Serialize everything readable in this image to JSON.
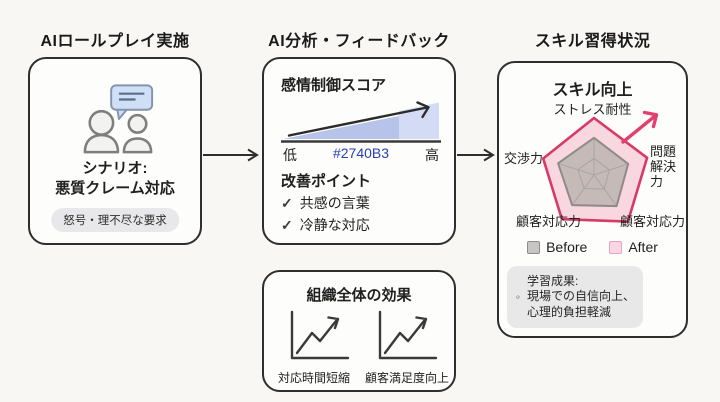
{
  "flow": {
    "step1": {
      "header": "AIロールプレイ実施",
      "scenario_label": "シナリオ:",
      "scenario_name": "悪質クレーム対応",
      "tag": "怒号・理不尽な要求"
    },
    "step2": {
      "header": "AI分析・フィードバック",
      "score": {
        "title": "感情制御スコア",
        "low": "低",
        "hex_label": "#2740B3",
        "hex_color": "#2740B3",
        "high": "高"
      },
      "improve": {
        "title": "改善ポイント",
        "check": "✓",
        "item1": "共感の言葉",
        "item2": "冷静な対応"
      },
      "org": {
        "title": "組織全体の効果",
        "metric1": "対応時間短縮",
        "metric2": "顧客満足度向上"
      }
    },
    "step3": {
      "header": "スキル習得状況",
      "card_title": "スキル向上",
      "radar_labels": {
        "top": "ストレス耐性",
        "right1": "問題",
        "right2": "解決力",
        "bottom_right": "顧客対応力",
        "bottom_left": "顧客対応力",
        "left": "交渉力"
      },
      "legend": {
        "before": "Before",
        "after": "After"
      },
      "outcome": {
        "line1": "学習成果:",
        "line2": "現場での自信向上、",
        "line3": "心理的負担軽減"
      }
    }
  },
  "colors": {
    "background": "#f8f7f4",
    "card_border": "#2e2e2e",
    "wedge_dark_blue": "#b7c3e9",
    "wedge_light_blue": "#d3dcf4",
    "radar_after_fill": "#f9d7e1",
    "radar_after_stroke": "#d83a68",
    "radar_before_fill": "#bdb6b2",
    "radar_before_stroke": "#8e8a87",
    "pink_arrow": "#e0416e",
    "bubble_fill": "#cfdff6"
  },
  "chart_data": [
    {
      "type": "radar",
      "title": "スキル向上",
      "axes": [
        "ストレス耐性",
        "問題解決力",
        "顧客対応力",
        "顧客対応力",
        "交渉力"
      ],
      "series": [
        {
          "name": "Before",
          "values": [
            62,
            60,
            64,
            62,
            63
          ]
        },
        {
          "name": "After",
          "values": [
            95,
            93,
            96,
            91,
            89
          ]
        }
      ],
      "range": [
        0,
        100
      ],
      "legend_position": "bottom"
    },
    {
      "type": "area",
      "title": "感情制御スコア",
      "x_labels": [
        "低",
        "高"
      ],
      "annotation": "#2740B3",
      "trend": "increasing"
    },
    {
      "type": "line",
      "title": "組織全体の効果",
      "series": [
        {
          "name": "対応時間短縮",
          "trend": "increasing"
        },
        {
          "name": "顧客満足度向上",
          "trend": "increasing"
        }
      ]
    }
  ]
}
